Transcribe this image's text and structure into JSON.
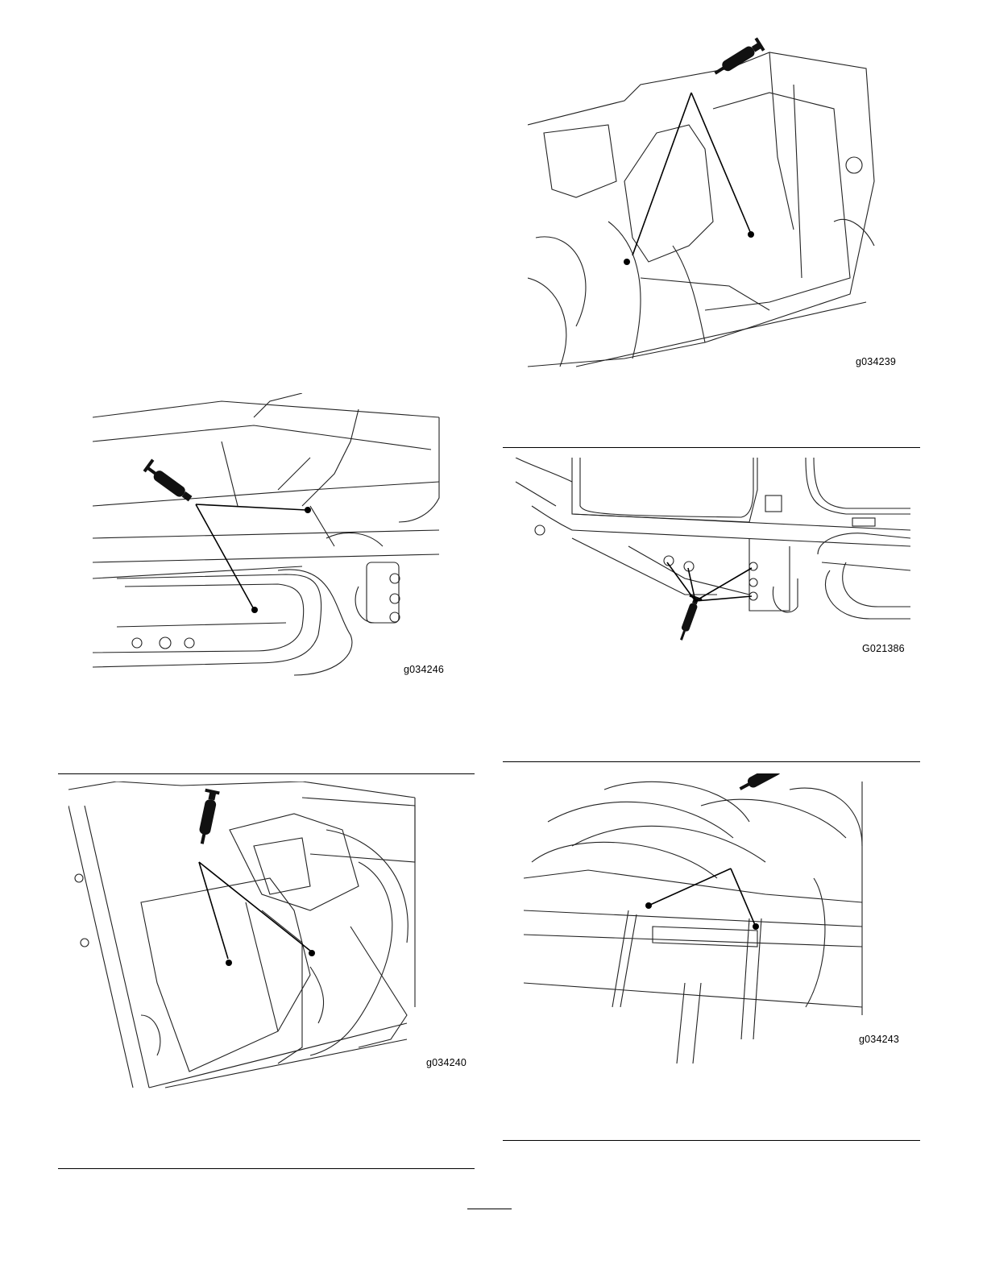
{
  "figures": [
    {
      "id": "g034239"
    },
    {
      "id": "g034246"
    },
    {
      "id": "G021386"
    },
    {
      "id": "g034240"
    },
    {
      "id": "g034243"
    }
  ],
  "icons": {
    "grease_gun": "grease-gun-icon",
    "grease_fitting": "grease-fitting-icon"
  },
  "page": {
    "number": ""
  }
}
